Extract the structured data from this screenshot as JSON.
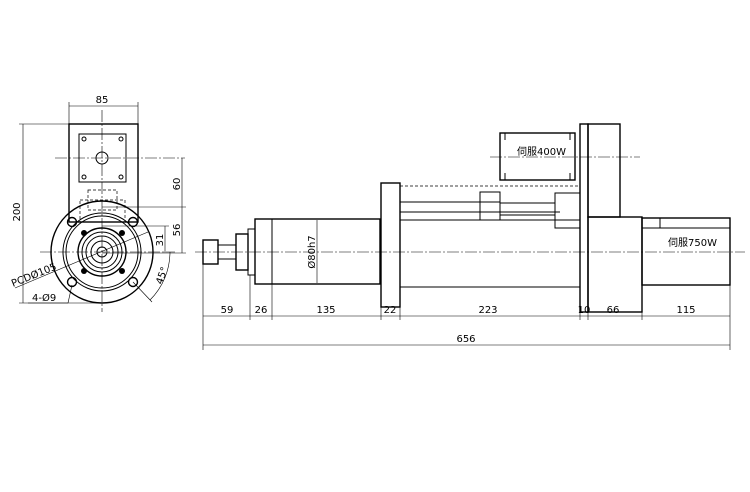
{
  "front_view": {
    "width_dim": "85",
    "height_dim": "200",
    "dim_60": "60",
    "dim_56": "56",
    "dim_31": "31",
    "pcd": "PCDØ105",
    "holes": "4-Ø9",
    "angle": "45°"
  },
  "side_view": {
    "diameter": "Ø80h7",
    "motor_top": "伺服400W",
    "motor_right": "伺服750W",
    "dims": [
      "59",
      "26",
      "135",
      "22",
      "223",
      "10",
      "66",
      "115"
    ],
    "total": "656"
  }
}
